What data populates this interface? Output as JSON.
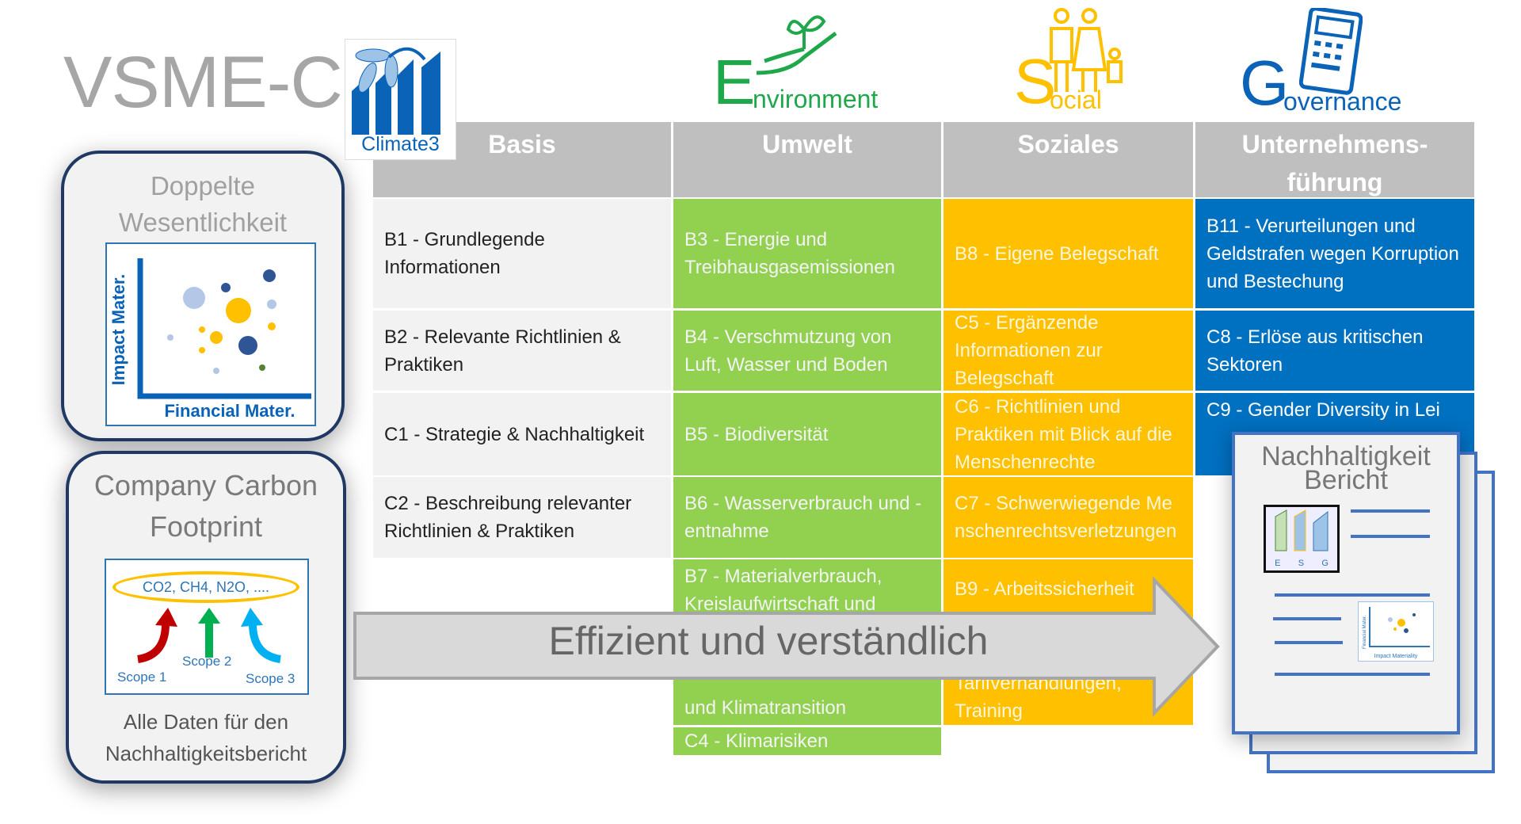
{
  "title": "VSME-C",
  "logo": {
    "label": "Climate3"
  },
  "pillars": {
    "environment": {
      "initial": "E",
      "rest": "nvironment",
      "color": "#1ea84b"
    },
    "social": {
      "initial": "S",
      "rest": "ocial",
      "color": "#ffc000"
    },
    "governance": {
      "initial": "G",
      "rest": "overnance",
      "color": "#0b63b7"
    }
  },
  "headers": {
    "basis": "Basis",
    "umwelt": "Umwelt",
    "soziales": "Soziales",
    "governance_line1": "Unternehmens-",
    "governance_line2": "führung"
  },
  "basis": [
    "B1 - Grundlegende Informationen",
    "B2 - Relevante Richtlinien & Praktiken",
    "C1 - Strategie & Nachhaltigkeit",
    "C2 - Beschreibung relevanter Richtlinien & Praktiken"
  ],
  "umwelt": [
    "B3 - Energie und Treibhausgasemissionen",
    "B4 - Verschmutzung von Luft, Wasser und Boden",
    "B5 - Biodiversität",
    "B6 - Wasserverbrauch und -entnahme",
    "B7 - Materialverbrauch, Kreislaufwirtschaft und",
    "und Klimatransition",
    "C4 - Klimarisiken"
  ],
  "soziales": [
    "B8 - Eigene Belegschaft",
    "C5 - Ergänzende Informationen zur Belegschaft",
    "C6 - Richtlinien und Praktiken mit Blick auf die Menschenrechte",
    "C7 - Schwerwiegende Menschenrechtsverletzungen",
    "B9 - Arbeitssicherheit",
    "Tarifverhandlungen, Training"
  ],
  "governance": [
    "B11 - Verurteilungen und Geldstrafen wegen Korruption und Bestechung",
    "C8 - Erlöse aus kritischen Sektoren",
    "C9 - Gender Diversity in Lei"
  ],
  "card1": {
    "title": "Doppelte Wesentlichkeit",
    "y_axis": "Impact Mater.",
    "x_axis": "Financial Mater."
  },
  "card2": {
    "title": "Company Carbon Footprint",
    "gases": "CO2, CH4, N2O, ....",
    "scope1": "Scope 1",
    "scope2": "Scope 2",
    "scope3": "Scope 3",
    "caption": "Alle Daten für den Nachhaltigkeitsbericht"
  },
  "arrow": {
    "text": "Effizient und verständlich"
  },
  "report": {
    "title_line1": "Nachhaltigkeit",
    "title_line2": "Bericht",
    "esg": [
      "E",
      "S",
      "G"
    ],
    "mini_y": "Financial Mater.",
    "mini_x": "Impact Materiality"
  }
}
